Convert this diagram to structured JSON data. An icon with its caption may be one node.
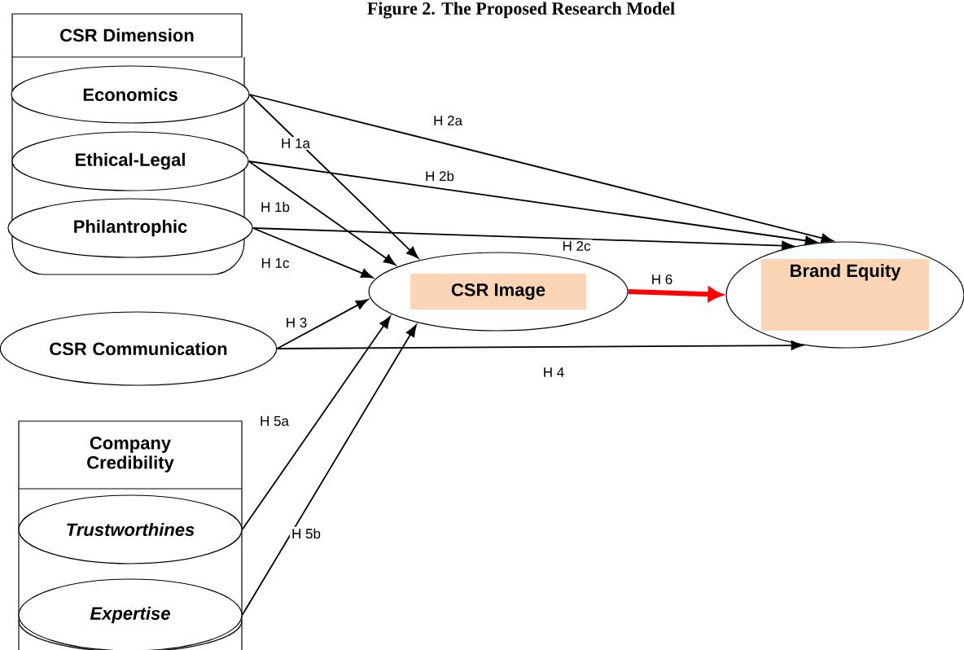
{
  "diagram": {
    "title": "Figure 2. The Proposed Research Model",
    "nodes": [
      {
        "text": [
          "CSR Dimension"
        ]
      },
      {
        "text": [
          "Economics"
        ],
        "in": 0
      },
      {
        "text": [
          "Ethical-Legal"
        ],
        "in": 0
      },
      {
        "text": [
          "Philantrophic"
        ],
        "in": 0
      },
      {
        "text": [
          "CSR Image"
        ]
      },
      {
        "text": [
          "Brand Equity"
        ]
      },
      {
        "text": [
          "CSR Communication"
        ]
      },
      {
        "text": [
          "Company Credibility"
        ]
      },
      {
        "text": [
          "Trustworthines"
        ],
        "in": 7
      },
      {
        "text": [
          "Expertise"
        ],
        "in": 7
      }
    ],
    "edges": [
      {
        "from": 1,
        "to": 4,
        "arrow": "to",
        "label": "H 1a"
      },
      {
        "from": 2,
        "to": 4,
        "arrow": "to",
        "label": "H 1b"
      },
      {
        "from": 3,
        "to": 4,
        "arrow": "to",
        "label": "H 1c"
      },
      {
        "from": 1,
        "to": 5,
        "arrow": "to",
        "label": "H 2a"
      },
      {
        "from": 2,
        "to": 5,
        "arrow": "to",
        "label": "H 2b"
      },
      {
        "from": 3,
        "to": 5,
        "arrow": "to",
        "label": "H 2c"
      },
      {
        "from": 6,
        "to": 4,
        "arrow": "to",
        "label": "H 3"
      },
      {
        "from": 6,
        "to": 5,
        "arrow": "to",
        "label": "H 4"
      },
      {
        "from": 8,
        "to": 4,
        "arrow": "to",
        "label": "H 5a"
      },
      {
        "from": 9,
        "to": 4,
        "arrow": "to",
        "label": "H 5b"
      },
      {
        "from": 4,
        "to": 5,
        "arrow": "to",
        "label": "H 6",
        "style": "thick",
        "color": "#ff0000"
      }
    ]
  }
}
